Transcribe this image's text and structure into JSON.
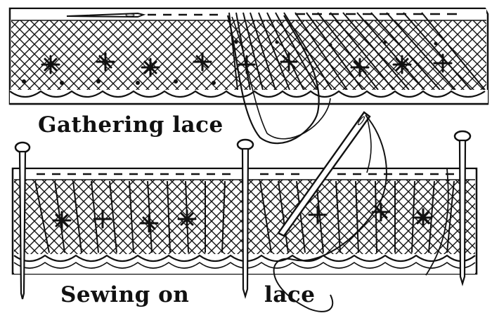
{
  "captions": {
    "gathering": "Gathering lace",
    "sewing_left": "Sewing on",
    "sewing_right": "lace"
  },
  "colors": {
    "ink": "#111111",
    "paper": "#ffffff"
  }
}
